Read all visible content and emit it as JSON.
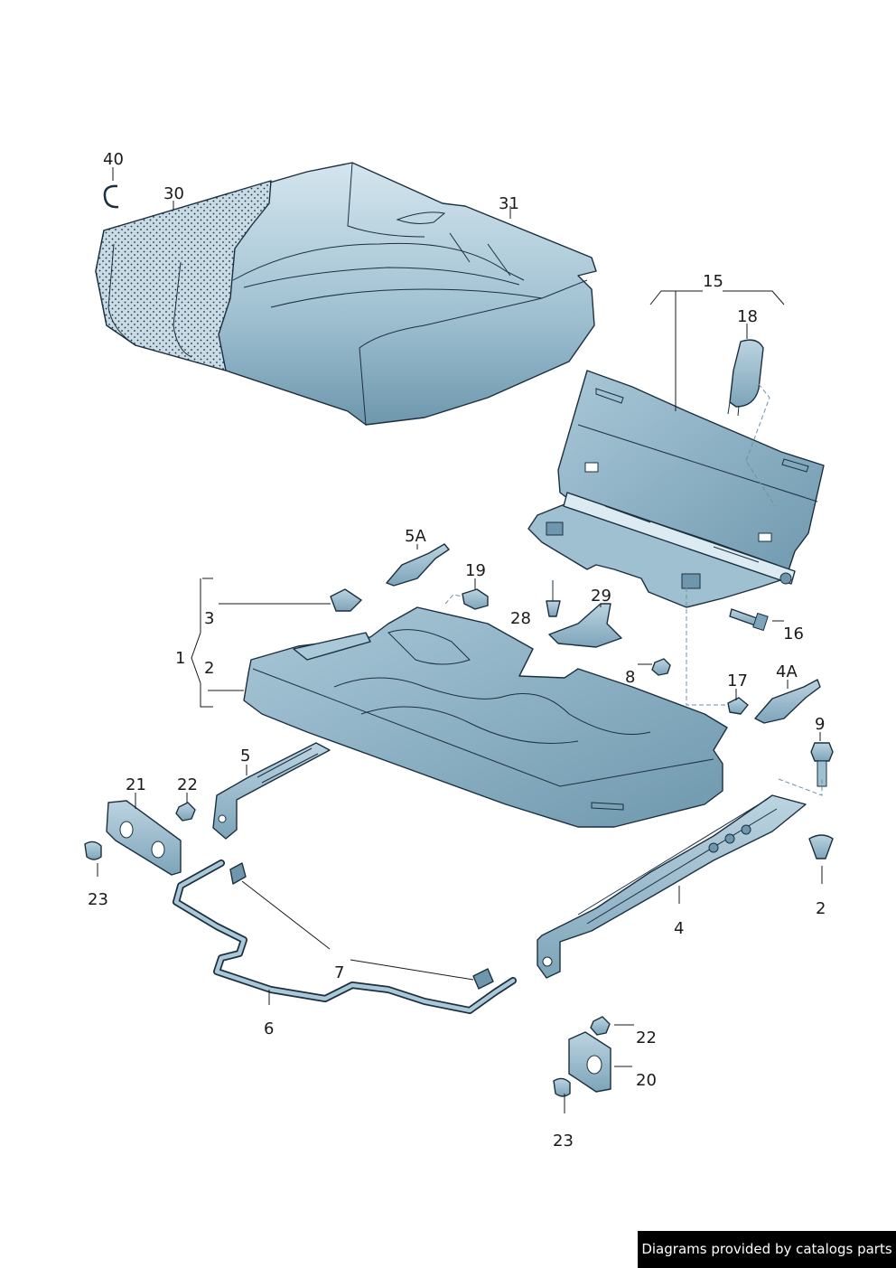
{
  "callouts": {
    "c40": "40",
    "c30": "30",
    "c31": "31",
    "c15": "15",
    "c18": "18",
    "c5A": "5A",
    "c19": "19",
    "c29": "29",
    "c28": "28",
    "c3": "3",
    "c1": "1",
    "c2": "2",
    "c16": "16",
    "c8": "8",
    "c17": "17",
    "c4A": "4A",
    "c9": "9",
    "c5": "5",
    "c21": "21",
    "c22a": "22",
    "c23a": "23",
    "c2b": "2",
    "c4": "4",
    "c7": "7",
    "c6": "6",
    "c22b": "22",
    "c20": "20",
    "c23b": "23"
  },
  "credit": "Diagrams provided by catalogs parts",
  "colors": {
    "part_fill": "#8fb3c6",
    "part_light": "#c6dbe6",
    "part_dark": "#5f8aa1",
    "outline": "#1b2f3f",
    "background": "#ffffff"
  }
}
